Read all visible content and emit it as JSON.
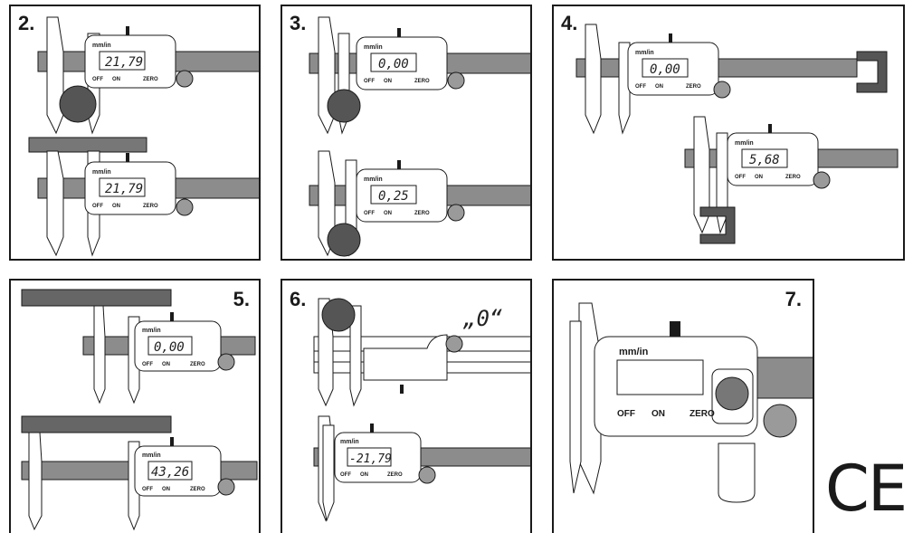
{
  "panels": [
    {
      "id": "2",
      "label": "2.",
      "readings": [
        "21,79",
        "21,79"
      ]
    },
    {
      "id": "3",
      "label": "3.",
      "readings": [
        "0,00",
        "0,25"
      ]
    },
    {
      "id": "4",
      "label": "4.",
      "readings": [
        "0,00",
        "5,68"
      ]
    },
    {
      "id": "5",
      "label": "5.",
      "readings": [
        "0,00",
        "43,26"
      ]
    },
    {
      "id": "6",
      "label": "6.",
      "readings": [
        "-21,79"
      ],
      "quote": "„0“"
    },
    {
      "id": "7",
      "label": "7."
    }
  ],
  "caliper_labels": {
    "unit": "mm/in",
    "off": "OFF",
    "on": "ON",
    "zero": "ZERO",
    "mm": "mm"
  },
  "ce_mark": "CE",
  "colors": {
    "stroke": "#1a1a1a",
    "beam": "#8c8c8c",
    "hatch": "#555555",
    "knob": "#9a9a9a",
    "body": "#ffffff"
  }
}
